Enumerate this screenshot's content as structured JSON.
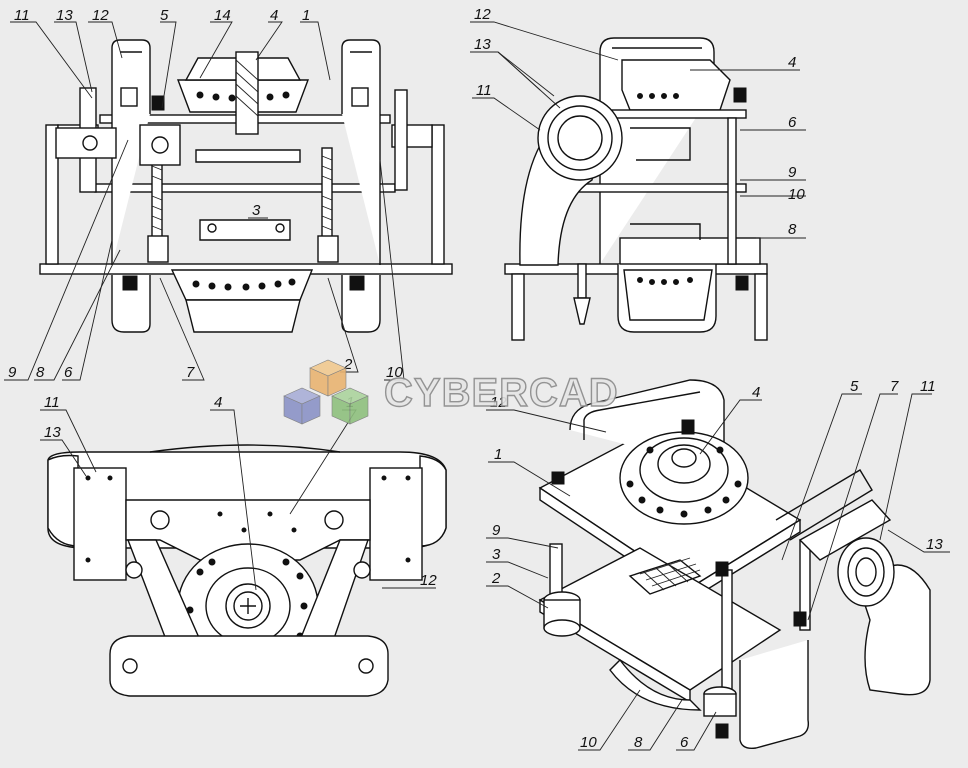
{
  "brand": {
    "text": "CYBERCAD"
  },
  "views": {
    "front": {
      "labels": [
        "11",
        "13",
        "12",
        "5",
        "14",
        "4",
        "1",
        "9",
        "8",
        "6",
        "7",
        "2",
        "10",
        "3"
      ]
    },
    "side": {
      "labels": [
        "12",
        "13",
        "11",
        "4",
        "6",
        "9",
        "10",
        "8"
      ]
    },
    "bottom": {
      "labels": [
        "11",
        "13",
        "4",
        "1",
        "12"
      ]
    },
    "iso": {
      "labels": [
        "12",
        "1",
        "9",
        "3",
        "2",
        "10",
        "8",
        "6",
        "4",
        "5",
        "7",
        "11",
        "13"
      ]
    }
  },
  "colors": {
    "line": "#111111",
    "paper": "#ececec",
    "cube_top": "#e9b472",
    "cube_left": "#8b93c7",
    "cube_right": "#8ec07e"
  }
}
